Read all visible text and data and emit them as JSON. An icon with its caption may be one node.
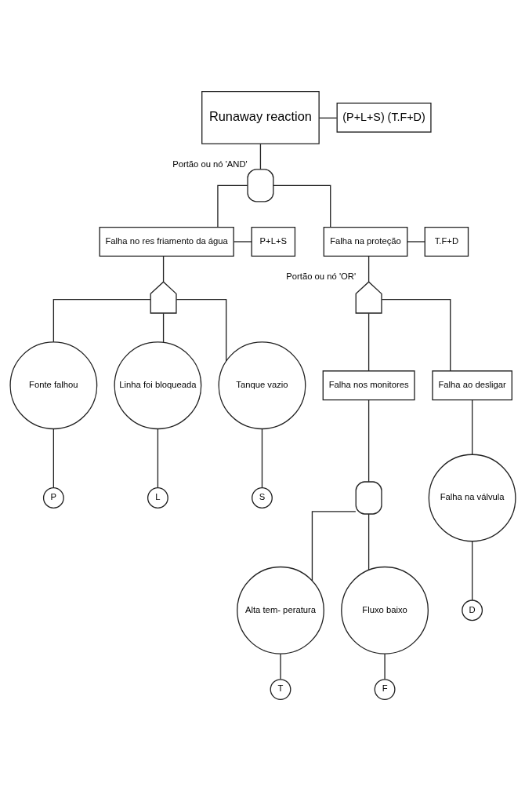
{
  "diagram": {
    "nodes": [
      {
        "text": [
          "Runaway reaction"
        ]
      },
      {
        "text": [
          "(P+L+S) (T.F+D)"
        ]
      },
      {
        "text": [],
        "shape": "and-gate",
        "beside": [
          "Portão ou nó 'AND'"
        ]
      },
      {
        "text": [
          "Falha no res friamento da água"
        ]
      },
      {
        "text": [
          "P+L+S"
        ]
      },
      {
        "text": [
          "Falha na proteção"
        ]
      },
      {
        "text": [
          "T.F+D"
        ]
      },
      {
        "text": [],
        "shape": "or-gate"
      },
      {
        "text": [],
        "shape": "or-gate",
        "beside": [
          "Portão ou nó 'OR'"
        ]
      },
      {
        "text": [
          "Fonte falhou"
        ]
      },
      {
        "text": [
          "Linha foi bloqueada"
        ]
      },
      {
        "text": [
          "Tanque vazio"
        ]
      },
      {
        "text": [
          "Falha nos monitores"
        ]
      },
      {
        "text": [
          "Falha ao desligar"
        ]
      },
      {
        "text": [
          "P"
        ]
      },
      {
        "text": [
          "L"
        ]
      },
      {
        "text": [
          "S"
        ]
      },
      {
        "text": [],
        "shape": "and-gate"
      },
      {
        "text": [
          "Alta tem- peratura"
        ]
      },
      {
        "text": [
          "Fluxo baixo"
        ]
      },
      {
        "text": [
          "Falha na válvula"
        ]
      },
      {
        "text": [
          "T"
        ]
      },
      {
        "text": [
          "F"
        ]
      },
      {
        "text": [
          "D"
        ]
      }
    ],
    "edges": [
      {
        "from": 0,
        "to": 1,
        "arrow": "none"
      },
      {
        "from": 0,
        "to": 2,
        "arrow": "none"
      },
      {
        "from": 2,
        "to": 3,
        "arrow": "none"
      },
      {
        "from": 2,
        "to": 5,
        "arrow": "none"
      },
      {
        "from": 3,
        "to": 4,
        "arrow": "none"
      },
      {
        "from": 5,
        "to": 6,
        "arrow": "none"
      },
      {
        "from": 3,
        "to": 7,
        "arrow": "none"
      },
      {
        "from": 5,
        "to": 8,
        "arrow": "none"
      },
      {
        "from": 7,
        "to": 9,
        "arrow": "none"
      },
      {
        "from": 7,
        "to": 10,
        "arrow": "none"
      },
      {
        "from": 7,
        "to": 11,
        "arrow": "none"
      },
      {
        "from": 8,
        "to": 12,
        "arrow": "none"
      },
      {
        "from": 8,
        "to": 13,
        "arrow": "none"
      },
      {
        "from": 9,
        "to": 14,
        "arrow": "none"
      },
      {
        "from": 10,
        "to": 15,
        "arrow": "none"
      },
      {
        "from": 11,
        "to": 16,
        "arrow": "none"
      },
      {
        "from": 12,
        "to": 17,
        "arrow": "none"
      },
      {
        "from": 17,
        "to": 18,
        "arrow": "none"
      },
      {
        "from": 17,
        "to": 19,
        "arrow": "none"
      },
      {
        "from": 13,
        "to": 20,
        "arrow": "none"
      },
      {
        "from": 18,
        "to": 21,
        "arrow": "none"
      },
      {
        "from": 19,
        "to": 22,
        "arrow": "none"
      },
      {
        "from": 20,
        "to": 23,
        "arrow": "none"
      }
    ]
  }
}
